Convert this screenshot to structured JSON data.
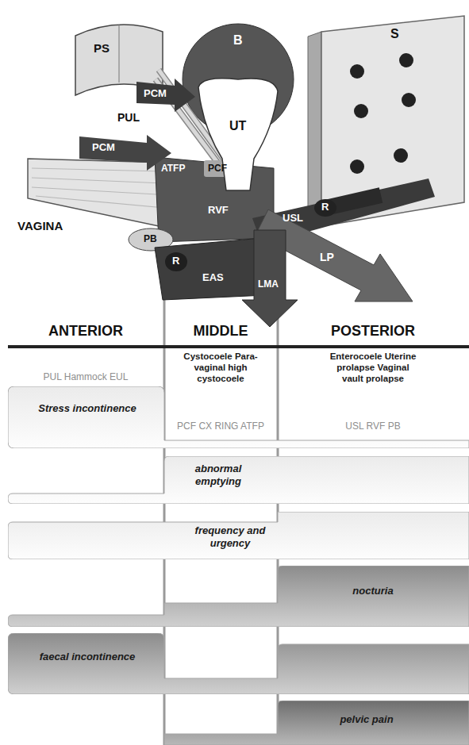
{
  "diagram": {
    "nodes": [
      {
        "text": [
          "Stress incontinence"
        ]
      },
      {
        "text": [
          "abnormal emptying"
        ]
      },
      {
        "text": [
          "frequency and urgency"
        ]
      },
      {
        "text": [
          "nocturia"
        ]
      },
      {
        "text": [
          "faecal incontinence"
        ]
      },
      {
        "text": [
          "pelvic pain"
        ]
      }
    ],
    "labels": [
      "PS",
      "PCM",
      "PUL",
      "B",
      "UT",
      "S",
      "PCM",
      "ATFP",
      "PCF",
      "VAGINA",
      "RVF",
      "USL",
      "R",
      "PB",
      "R",
      "EAS",
      "LP",
      "LMA",
      "ANTERIOR",
      "MIDDLE",
      "POSTERIOR",
      "PUL Hammock EUL",
      "Cystocoele Para-vaginal high cystocoele",
      "Enterocoele Uterine prolapse Vaginal vault prolapse",
      "PCF CX RING ATFP",
      "USL RVF PB"
    ]
  }
}
